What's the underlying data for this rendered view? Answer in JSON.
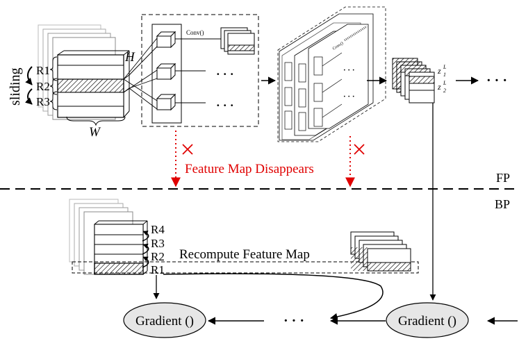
{
  "labels": {
    "sliding": "sliding",
    "r1_top": "R1",
    "r2_top": "R2",
    "r3_top": "R3",
    "width": "W",
    "height": "H",
    "conv": "Conv()",
    "ellipsis_1": "· · ·",
    "ellipsis_2": "· · ·",
    "ellipsis_3": "· · ·",
    "ellipsis_right": "· · ·",
    "ellipsis_bottom": "· · ·",
    "z1": "z",
    "z1_sub": "1",
    "z1_sup": "L",
    "z2": "z",
    "z2_sub": "2",
    "z2_sup": "L",
    "feature_map_disappears": "Feature Map Disappears",
    "fp": "FP",
    "bp": "BP",
    "r4_bottom": "R4",
    "r3_bottom": "R3",
    "r2_bottom": "R2",
    "r1_bottom": "R1",
    "recompute": "Recompute Feature Map",
    "gradient_left": "Gradient ()",
    "gradient_right": "Gradient ()"
  },
  "colors": {
    "line": "#000000",
    "red": "#e00000",
    "node_fill": "#e6e6e6",
    "gray_stack": "#aaaaaa",
    "teal_stack": "#5a8a7a"
  }
}
